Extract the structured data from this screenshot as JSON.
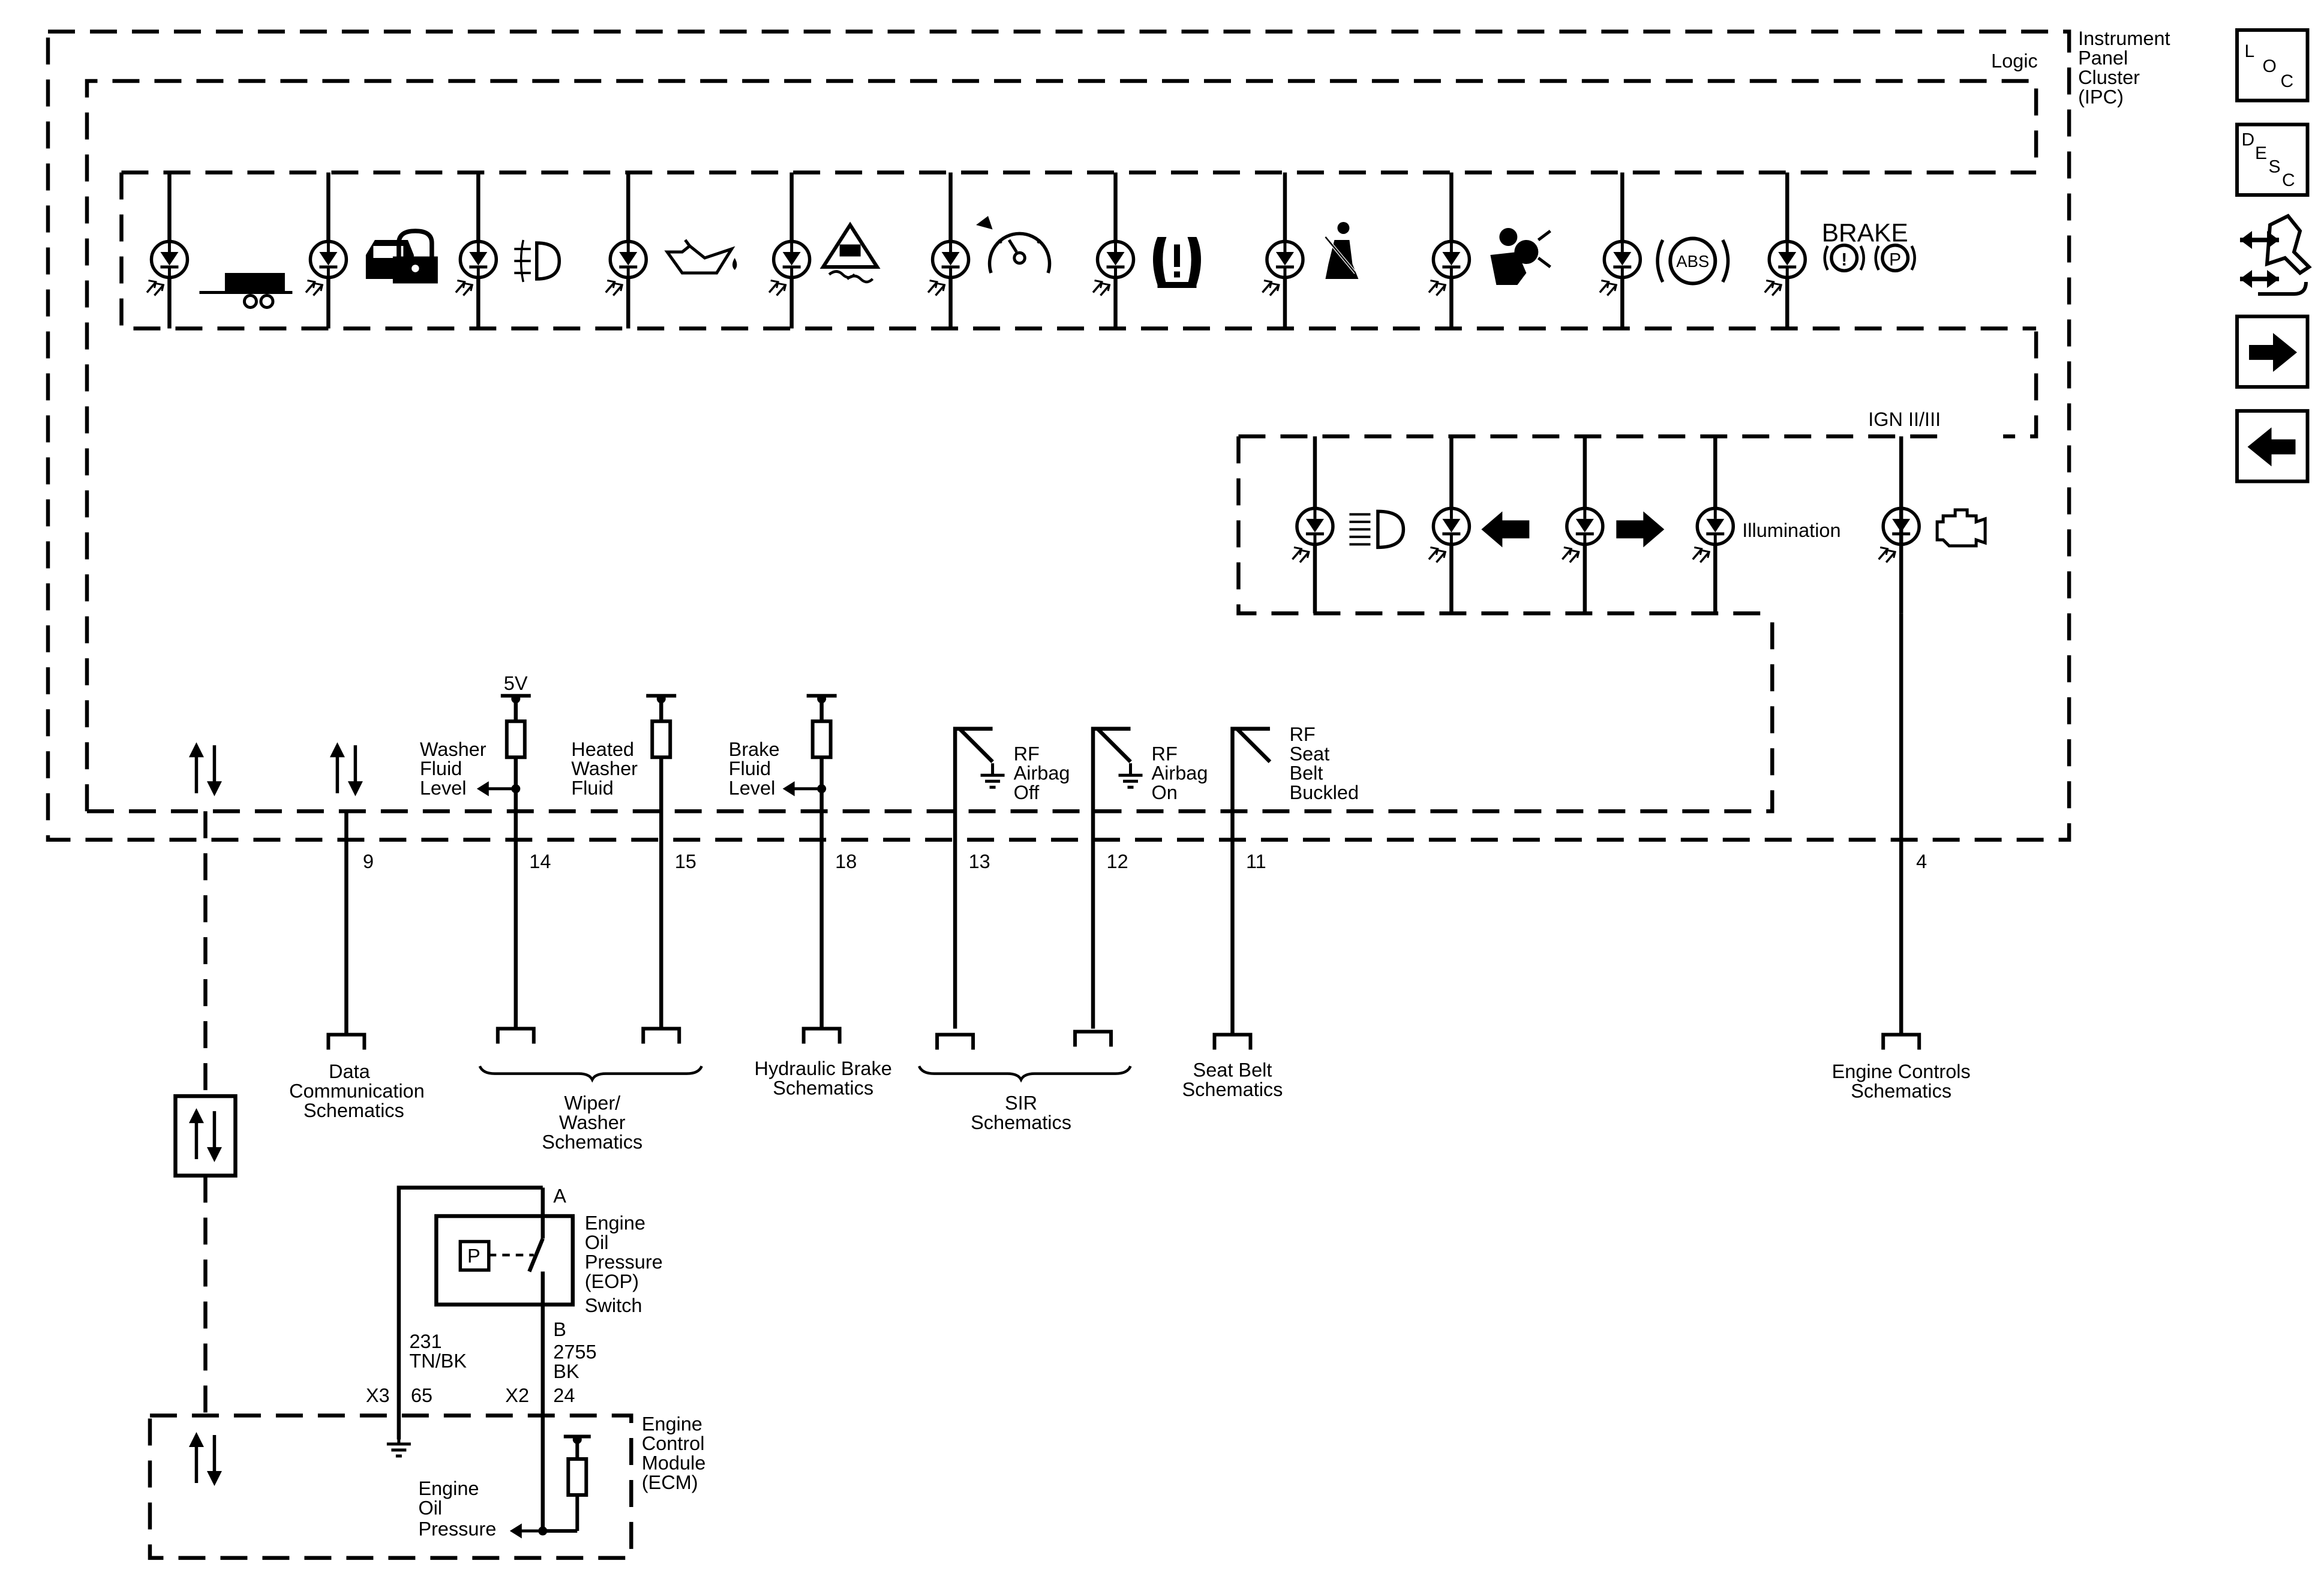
{
  "ipc": {
    "name": "Instrument Panel Cluster (IPC)",
    "lines": [
      "Instrument",
      "Panel",
      "Cluster",
      "(IPC)"
    ],
    "logic_label": "Logic",
    "ign_label": "IGN II/III",
    "illumination_label": "Illumination",
    "brake_label": "BRAKE",
    "abs_label": "ABS",
    "brake_excl": "!",
    "brake_p": "P",
    "five_volt": "5V",
    "eop_p": "P"
  },
  "telltales_top": [
    "trailer-icon",
    "vehicle-security-lock-icon",
    "front-fog-lamp-icon",
    "oil-pressure-icon",
    "stability-control-icon",
    "cruise-control-icon",
    "tire-pressure-icon",
    "seat-belt-icon",
    "airbag-icon",
    "abs-icon",
    "brake-warning-icon"
  ],
  "telltales_lower": [
    "high-beam-icon",
    "left-turn-arrow-icon",
    "right-turn-arrow-icon",
    "illumination-lamp",
    "check-engine-icon"
  ],
  "inputs": {
    "washer_fluid": [
      "Washer",
      "Fluid",
      "Level"
    ],
    "heated_washer": [
      "Heated",
      "Washer",
      "Fluid"
    ],
    "brake_fluid": [
      "Brake",
      "Fluid",
      "Level"
    ],
    "rf_airbag_off": [
      "RF",
      "Airbag",
      "Off"
    ],
    "rf_airbag_on": [
      "RF",
      "Airbag",
      "On"
    ],
    "rf_seat_belt": [
      "RF",
      "Seat",
      "Belt",
      "Buckled"
    ]
  },
  "pins": {
    "p9": "9",
    "p14": "14",
    "p15": "15",
    "p18": "18",
    "p13": "13",
    "p12": "12",
    "p11": "11",
    "p4": "4"
  },
  "references": {
    "data_comm": [
      "Data",
      "Communication",
      "Schematics"
    ],
    "wiper": [
      "Wiper/",
      "Washer",
      "Schematics"
    ],
    "hydraulic": [
      "Hydraulic Brake",
      "Schematics"
    ],
    "sir": [
      "SIR",
      "Schematics"
    ],
    "seat_belt": [
      "Seat Belt",
      "Schematics"
    ],
    "engine_controls": [
      "Engine Controls",
      "Schematics"
    ]
  },
  "eop_switch": {
    "lines": [
      "Engine",
      "Oil",
      "Pressure",
      "(EOP)",
      "Switch"
    ],
    "terminal_a": "A",
    "terminal_b": "B",
    "circuit_231": [
      "231",
      "TN/BK"
    ],
    "circuit_2755": [
      "2755",
      "BK"
    ]
  },
  "ecm": {
    "lines": [
      "Engine",
      "Control",
      "Module",
      "(ECM)"
    ],
    "x3": "X3",
    "pin65": "65",
    "x2": "X2",
    "pin24": "24",
    "signal": [
      "Engine",
      "Oil",
      "Pressure"
    ]
  },
  "nav": {
    "loc": [
      "L",
      "O",
      "C"
    ],
    "desc": [
      "D",
      "E",
      "S",
      "C"
    ],
    "buttons": [
      "loc-button",
      "desc-button",
      "connector-view-icon",
      "next-page-button",
      "previous-page-button"
    ]
  }
}
